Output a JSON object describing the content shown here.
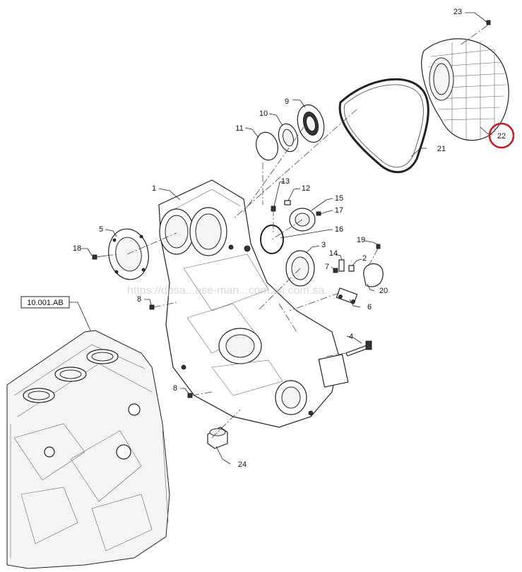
{
  "diagram": {
    "reference_label": "10.001.AB",
    "highlighted_callout": "22",
    "highlight_color": "#d0141c",
    "watermark": "https://dpsa...ase-man...com.cn.com.sa...",
    "callouts": {
      "c1": "1",
      "c2": "2",
      "c3": "3",
      "c4": "4",
      "c5": "5",
      "c6": "6",
      "c7": "7",
      "c8a": "8",
      "c8b": "8",
      "c9": "9",
      "c10": "10",
      "c11": "11",
      "c12": "12",
      "c13": "13",
      "c14": "14",
      "c15": "15",
      "c16": "16",
      "c17": "17",
      "c18": "18",
      "c19": "19",
      "c20": "20",
      "c21": "21",
      "c22": "22",
      "c23": "23",
      "c24": "24"
    }
  }
}
